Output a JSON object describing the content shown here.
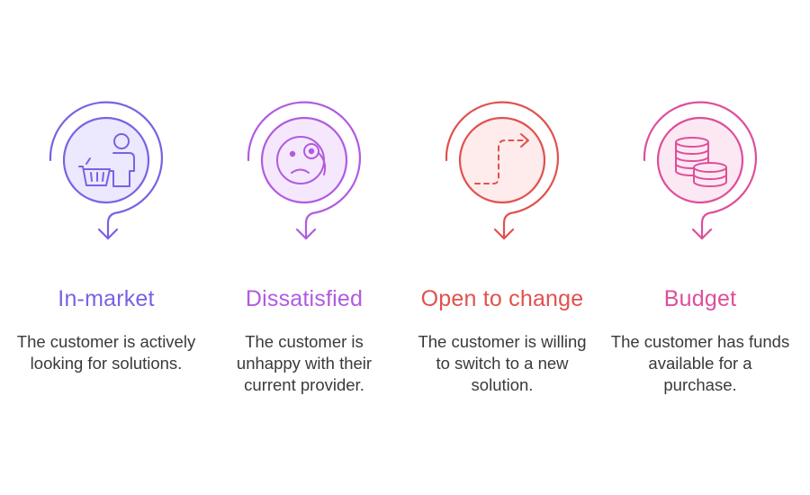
{
  "colors": {
    "in_market": "#7b61e4",
    "dissatisfied": "#b15be0",
    "open_to_change": "#e0514e",
    "budget": "#dd4f9a",
    "text": "#3a3a3a"
  },
  "steps": [
    {
      "title": "In-market",
      "description": "The customer is actively looking for solutions.",
      "icon": "shopper-with-basket-icon"
    },
    {
      "title": "Dissatisfied",
      "description": "The customer is unhappy with their current provider.",
      "icon": "frowning-face-with-monocle-icon"
    },
    {
      "title": "Open to change",
      "description": "The customer is willing to switch to a new solution.",
      "icon": "dashed-path-arrow-icon"
    },
    {
      "title": "Budget",
      "description": "The customer has funds available for a purchase.",
      "icon": "coin-stacks-icon"
    }
  ]
}
